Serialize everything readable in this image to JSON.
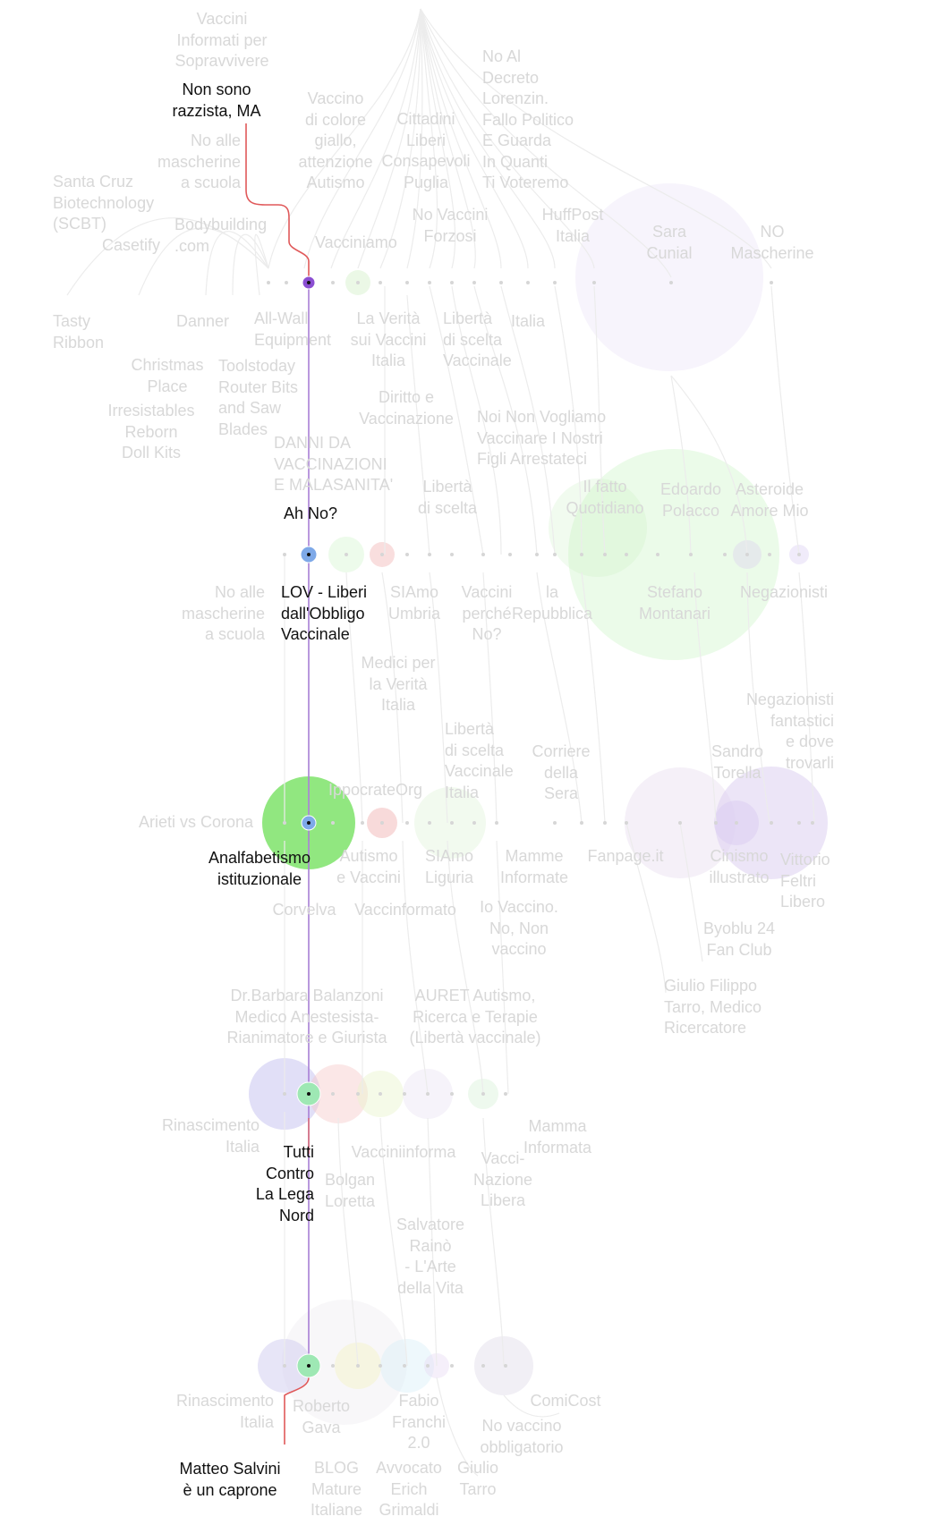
{
  "palette": {
    "path_red": "#e0595a",
    "path_purple": "#a87fd6",
    "faint_line": "#ececec",
    "faint_text": "#d8d8d8",
    "highlight_text": "#111111",
    "green": "#7ee36a",
    "blue": "#7ea9e8",
    "violet": "#8b4fd2",
    "mint": "#9ee8b4"
  },
  "path_labels": [
    {
      "id": "non-sono-razzista",
      "text": "Non sono\nrazzista, MA"
    },
    {
      "id": "ah-no",
      "text": "Ah No?"
    },
    {
      "id": "lov",
      "text": "LOV - Liberi\ndall'Obbligo\nVaccinale"
    },
    {
      "id": "analfabetismo",
      "text": "Analfabetismo\nistituzionale"
    },
    {
      "id": "tutti-contro",
      "text": "Tutti\nContro\nLa Lega\nNord"
    },
    {
      "id": "matteo-salvini",
      "text": "Matteo Salvini\nè un caprone"
    }
  ],
  "faint_labels": [
    "Vaccini\nInformati per\nSopravvivere",
    "No Al\nDecreto\nLorenzin.\nFallo Politico\nE Guarda\nIn Quanti\nTi Voteremo",
    "Vaccino\ndi colore\ngiallo,\nattenzione\nAutismo",
    "Cittadini\nLiberi\nConsapevoli\nPuglia",
    "No alle\nmascherine\na scuola",
    "Santa Cruz\nBiotechnology\n(SCBT)",
    "Bodybuilding\n.com",
    "Casetify",
    "Vacciniamo",
    "No Vaccini\nForzosi",
    "HuffPost\nItalia",
    "Sara\nCunial",
    "NO\nMascherine",
    "Tasty\nRibbon",
    "Danner",
    "All-Wall\nEquipment",
    "La Verità\nsui Vaccini\nItalia",
    "Libertà\ndi scelta\nVaccinale",
    "Italia",
    "Christmas\nPlace",
    "Toolstoday\nRouter Bits\nand Saw\nBlades",
    "Irresistables\nReborn\nDoll Kits",
    "Diritto e\nVaccinazione",
    "Noi Non Vogliamo\nVaccinare I Nostri\nFigli Arrestateci",
    "DANNI DA\nVACCINAZIONI\nE MALASANITA'",
    "Libertà\ndi scelta",
    "Il fatto\nQuotidiano",
    "Edoardo\nPolacco",
    "Asteroide\nAmore Mio",
    "No alle\nmascherine\na scuola",
    "SIAmo\nUmbria",
    "Vaccini\nperché\nNo?",
    "la\nRepubblica",
    "Stefano\nMontanari",
    "Negazionisti",
    "Medici per\nla Verità\nItalia",
    "Negazionisti\nfantastici\ne dove\ntrovarli",
    "Libertà\ndi scelta\nVaccinale\nItalia",
    "Corriere\ndella\nSera",
    "Sandro\nTorella",
    "IppocrateOrg",
    "Arieti vs Corona",
    "Autismo\ne Vaccini",
    "SIAmo\nLiguria",
    "Mamme\nInformate",
    "Fanpage.it",
    "Cinismo\nillustrato",
    "Vittorio\nFeltri\nLibero",
    "Corvelva",
    "Vaccinformato",
    "Io Vaccino.\nNo, Non\nvaccino",
    "Byoblu 24\nFan Club",
    "Giulio Filippo\nTarro, Medico\nRicercatore",
    "Dr.Barbara Balanzoni\nMedico Anestesista-\nRianimatore e Giurista",
    "AURET Autismo,\nRicerca e Terapie\n(Libertà vaccinale)",
    "Rinascimento\nItalia",
    "Vacciniinforma",
    "Mamma\nInformata",
    "Bolgan\nLoretta",
    "Vacci-\nNazione\nLibera",
    "Salvatore\nRainò\n- L'Arte\ndella Vita",
    "Rinascimento\nItalia",
    "Roberto\nGava",
    "Fabio\nFranchi\n2.0",
    "ComiCost",
    "No vaccino\nobbligatorio",
    "BLOG\nMature\nItaliane",
    "Avvocato\nErich\nGrimaldi",
    "Giulio\nTarro"
  ]
}
